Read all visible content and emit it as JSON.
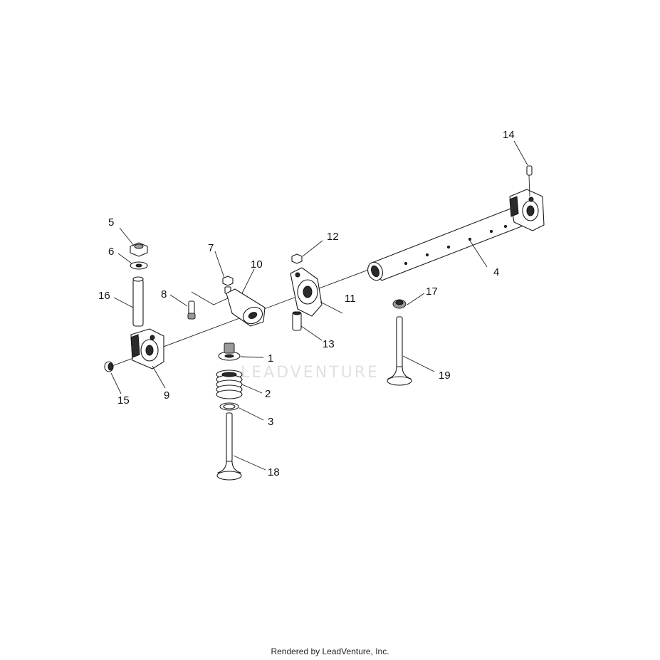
{
  "diagram": {
    "callouts": [
      "1",
      "2",
      "3",
      "4",
      "5",
      "6",
      "7",
      "8",
      "9",
      "10",
      "11",
      "12",
      "13",
      "14",
      "15",
      "16",
      "17",
      "18",
      "19"
    ]
  },
  "watermark": {
    "text": "LEADVENTURE"
  },
  "footer": {
    "text": "Rendered by LeadVenture, Inc."
  }
}
